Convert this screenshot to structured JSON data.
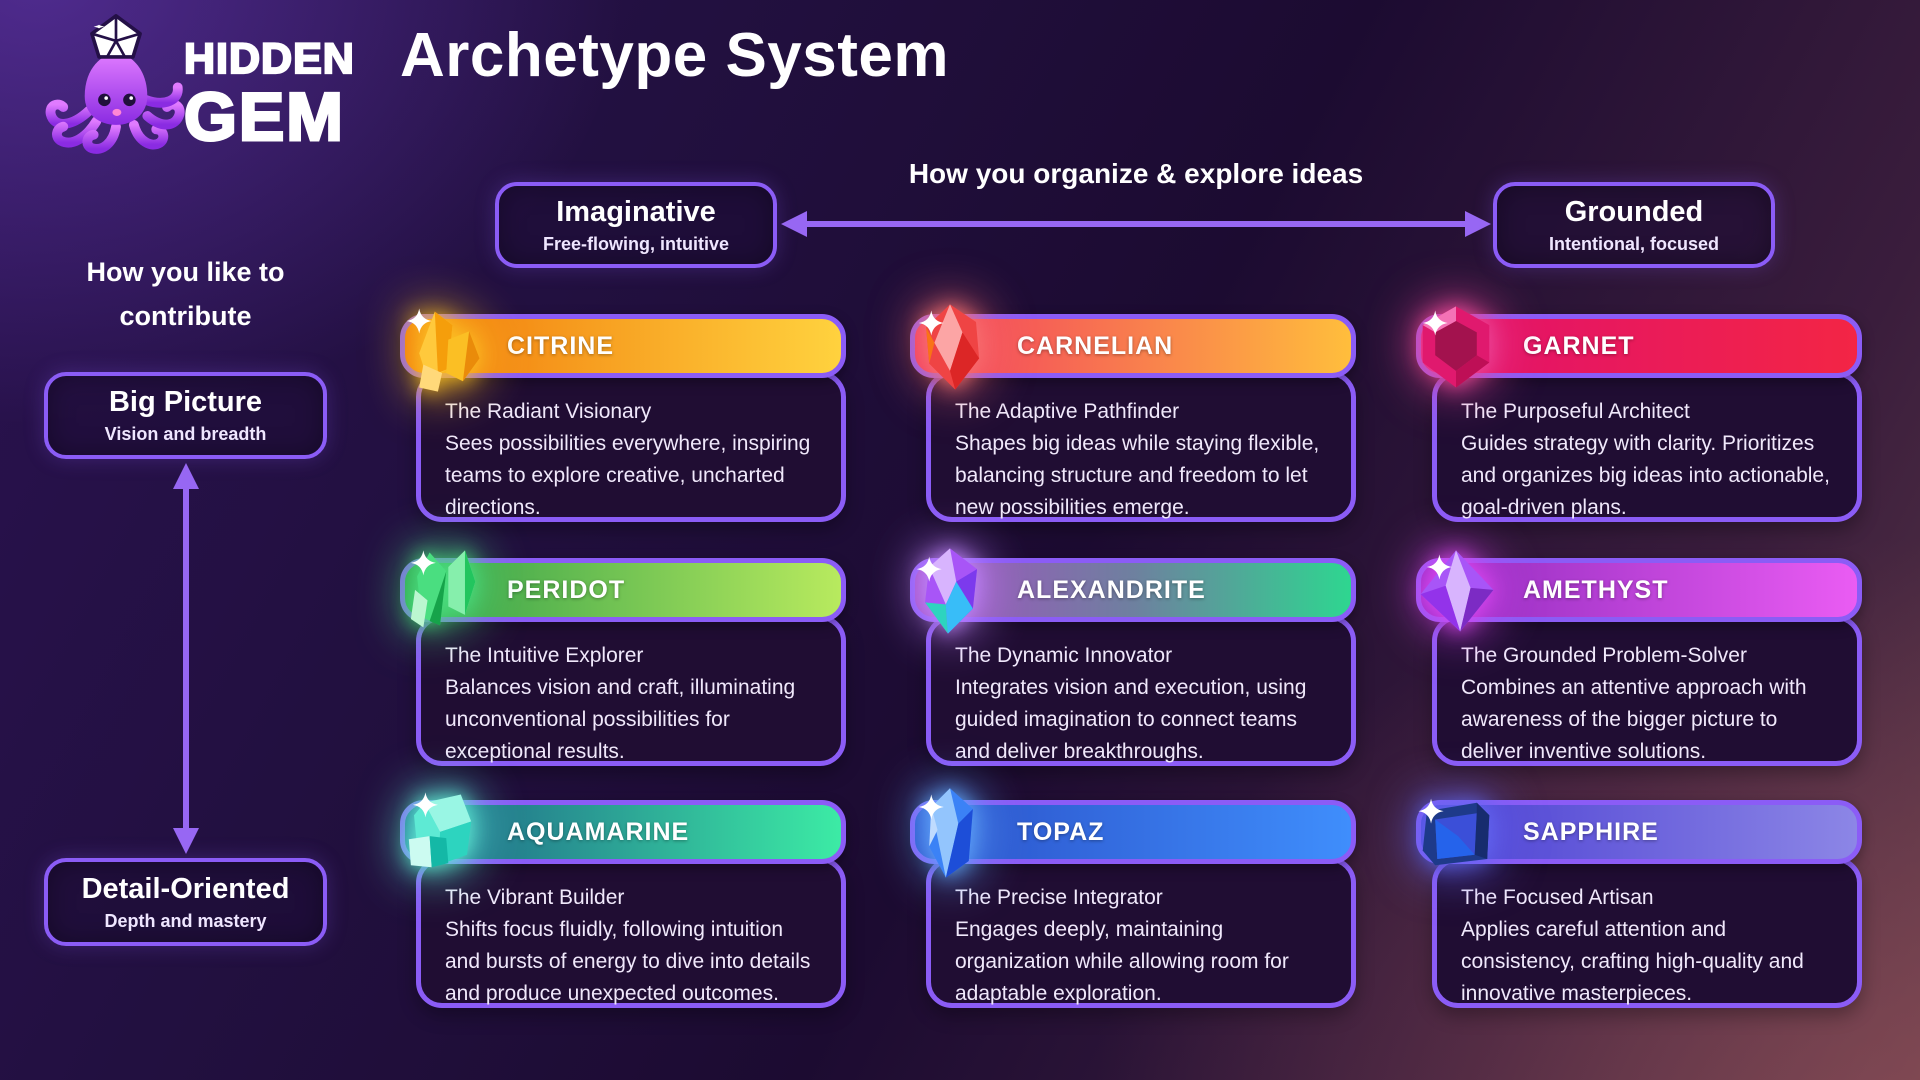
{
  "background": {
    "top_left": "#2a1250",
    "center": "#1c0b31",
    "bottom_right": "#5a3747"
  },
  "accent": {
    "purple_border": "#8b5cf6",
    "arrow": "#9767f3",
    "card_body_bg": "#200d33"
  },
  "logo": {
    "icon": "octopus-gem-logo",
    "line1": "HIDDEN",
    "line2": "GEM"
  },
  "title": "Archetype System",
  "horizontal_axis": {
    "label": "How you organize & explore ideas",
    "left_pole": {
      "title": "Imaginative",
      "subtitle": "Free-flowing, intuitive"
    },
    "right_pole": {
      "title": "Grounded",
      "subtitle": "Intentional, focused"
    }
  },
  "vertical_axis": {
    "label": "How you like to contribute",
    "top_pole": {
      "title": "Big Picture",
      "subtitle": "Vision and breadth"
    },
    "bottom_pole": {
      "title": "Detail-Oriented",
      "subtitle": "Depth and mastery"
    }
  },
  "cards": [
    {
      "gem": "citrine",
      "name": "CITRINE",
      "role": "The Radiant Visionary",
      "description": "Sees possibilities everywhere, inspiring teams to explore creative, uncharted directions.",
      "header_gradient": [
        "#f1780a",
        "#ffd23e"
      ],
      "glow": "#fbbf24"
    },
    {
      "gem": "carnelian",
      "name": "CARNELIAN",
      "role": "The Adaptive Pathfinder",
      "description": "Shapes big ideas while staying flexible, balancing structure and freedom to let new possibilities emerge.",
      "header_gradient": [
        "#f23b60",
        "#ffbe3c"
      ],
      "glow": "#f87171"
    },
    {
      "gem": "garnet",
      "name": "GARNET",
      "role": "The Purposeful Architect",
      "description": "Guides strategy with clarity. Prioritizes and organizes big ideas into actionable, goal-driven plans.",
      "header_gradient": [
        "#e0106e",
        "#f32545"
      ],
      "glow": "#ec4899"
    },
    {
      "gem": "peridot",
      "name": "PERIDOT",
      "role": "The Intuitive Explorer",
      "description": "Balances vision and craft, illuminating unconventional possibilities for exceptional results.",
      "header_gradient": [
        "#2f9e49",
        "#b8ea5e"
      ],
      "glow": "#4ade80"
    },
    {
      "gem": "alexandrite",
      "name": "ALEXANDRITE",
      "role": "The Dynamic Innovator",
      "description": "Integrates vision and execution, using guided imagination to connect teams and deliver breakthroughs.",
      "header_gradient": [
        "#a44fc2",
        "#6e809f",
        "#2ed690"
      ],
      "glow": "#c084fc"
    },
    {
      "gem": "amethyst",
      "name": "AMETHYST",
      "role": "The Grounded Problem-Solver",
      "description": "Combines an attentive approach with awareness of the bigger picture to deliver inventive solutions.",
      "header_gradient": [
        "#8e2abd",
        "#ea5cf3"
      ],
      "glow": "#d946ef"
    },
    {
      "gem": "aquamarine",
      "name": "AQUAMARINE",
      "role": "The Vibrant Builder",
      "description": "Shifts focus fluidly, following intuition and bursts of energy to dive into details and produce unexpected outcomes.",
      "header_gradient": [
        "#1d5e86",
        "#3ceba5"
      ],
      "glow": "#5eead4"
    },
    {
      "gem": "topaz",
      "name": "TOPAZ",
      "role": "The Precise Integrator",
      "description": "Engages deeply, maintaining organization while allowing room for adaptable exploration.",
      "header_gradient": [
        "#2b50c8",
        "#3f8efc"
      ],
      "glow": "#60a5fa"
    },
    {
      "gem": "sapphire",
      "name": "SAPPHIRE",
      "role": "The Focused Artisan",
      "description": "Applies careful attention and consistency, crafting high-quality and innovative masterpieces.",
      "header_gradient": [
        "#4a3ed2",
        "#8c86e6"
      ],
      "glow": "#6366f1"
    }
  ]
}
